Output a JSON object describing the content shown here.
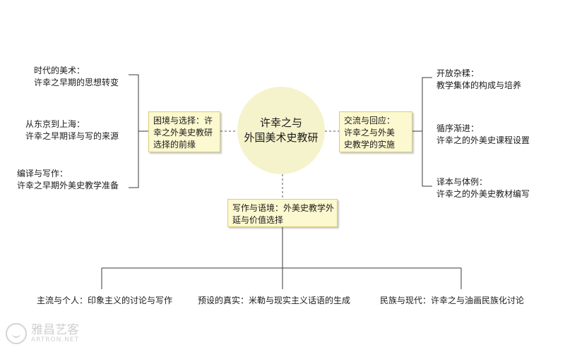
{
  "center": {
    "line1": "许幸之与",
    "line2": "外国美术史教研"
  },
  "left_box": {
    "line1": "困境与选择：许",
    "line2": "幸之外美史教研",
    "line3": "选择的前缘"
  },
  "right_box": {
    "line1": "交流与回应：",
    "line2": "许幸之与外美",
    "line3": "史教学的实施"
  },
  "bottom_box": {
    "line1": "写作与语境：外美史教学外",
    "line2": "延与价值选择"
  },
  "left_items": [
    {
      "title": "时代的美术：",
      "sub": "许幸之早期的思想转变"
    },
    {
      "title": "从东京到上海：",
      "sub": "许幸之早期译与写的来源"
    },
    {
      "title": "编译与写作：",
      "sub": "许幸之早期外美史教学准备"
    }
  ],
  "right_items": [
    {
      "title": "开放杂糅：",
      "sub": "教学集体的构成与培养"
    },
    {
      "title": "循序渐进：",
      "sub": "许幸之的外美史课程设置"
    },
    {
      "title": "译本与体例：",
      "sub": "许幸之的外美史教材编写"
    }
  ],
  "bottom_items": [
    {
      "label": "主流与个人：印象主义的讨论与写作"
    },
    {
      "label": "预设的真实：米勒与现实主义话语的生成"
    },
    {
      "label": "民族与现代：许幸之与油画民族化讨论"
    }
  ],
  "watermark": {
    "cn": "雅昌艺客",
    "en": "ARTRON.NET"
  },
  "colors": {
    "circle": "#f5f3cb",
    "box_fill": "#fcf8cf",
    "box_border": "#d8cf7a",
    "line": "#3a3a3a"
  }
}
